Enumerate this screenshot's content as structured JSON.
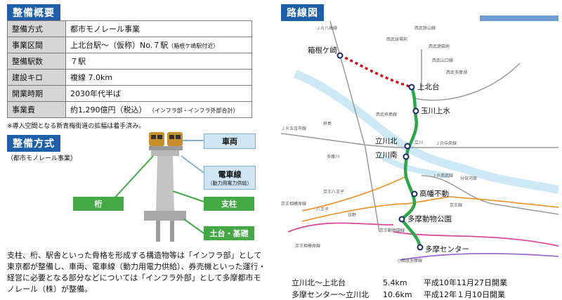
{
  "overview": {
    "heading": "整備概要",
    "rows": [
      {
        "label": "整備方式",
        "value": "都市モノレール事業",
        "sub": ""
      },
      {
        "label": "事業区間",
        "value": "上北台駅～（仮称）No.７駅",
        "sub": "（箱根ケ崎駅付近）"
      },
      {
        "label": "整備駅数",
        "value": "７駅",
        "sub": ""
      },
      {
        "label": "建設キロ",
        "value": "複線 7.0km",
        "sub": ""
      },
      {
        "label": "開業時期",
        "value": "2030年代半ば",
        "sub": ""
      },
      {
        "label": "事業費",
        "value": "約1,290億円（税込）",
        "sub": "（インフラ部・インフラ外部合計）"
      }
    ],
    "note": "※導入空間となる新青梅街道の拡幅は着手済み。"
  },
  "method": {
    "heading": "整備方式",
    "subtitle": "（都市モノレール事業）",
    "labels": {
      "vehicle": "車両",
      "power_line": "電車線",
      "power_line_sub": "（動力用電力供給）",
      "girder": "桁",
      "pillar": "支柱",
      "base": "土台・基礎"
    },
    "description": "支柱、桁、駅舎といった骨格を形成する構造物等は「インフラ部」として東京都が整備し、車両、電車線（動力用電力供給）、券売機といった運行・経営に必要となる部分などについては「インフラ外部」として多摩都市モノレール（株）が整備。"
  },
  "route": {
    "heading": "路線図",
    "stations": [
      "箱根ケ崎",
      "上北台",
      "玉川上水",
      "立川北",
      "立川南",
      "高幡不動",
      "多摩動物公園",
      "多摩センター"
    ],
    "small_labels": [
      "ＪＲ八高線",
      "西武狭山線",
      "西武球場前",
      "西武遊園地",
      "西武山口線",
      "西武多摩湖",
      "西武拝島線",
      "ＪＲ五日市線",
      "拝島",
      "多摩川",
      "立川",
      "ＪＲ中央線",
      "ＪＲ南武線",
      "分倍河原",
      "京王八王子",
      "京王相模原線",
      "八王子",
      "日野",
      "京王動物園線",
      "京王線",
      "小田急多摩線",
      "京王相模原線"
    ],
    "openings": [
      {
        "section": "立川北～上北台",
        "distance": "5.4km",
        "date": "平成10年11月27日開業"
      },
      {
        "section": "多摩センター～立川北",
        "distance": "10.6km",
        "date": "平成12年１月10日開業"
      }
    ]
  },
  "colors": {
    "heading_bg": "#1f5fa8",
    "label_bg": "#d6d6d6",
    "box_green": "#44a845",
    "box_blue": "#cfe6f2",
    "route_green": "#2ea64a",
    "extension_red": "#d0101c"
  }
}
